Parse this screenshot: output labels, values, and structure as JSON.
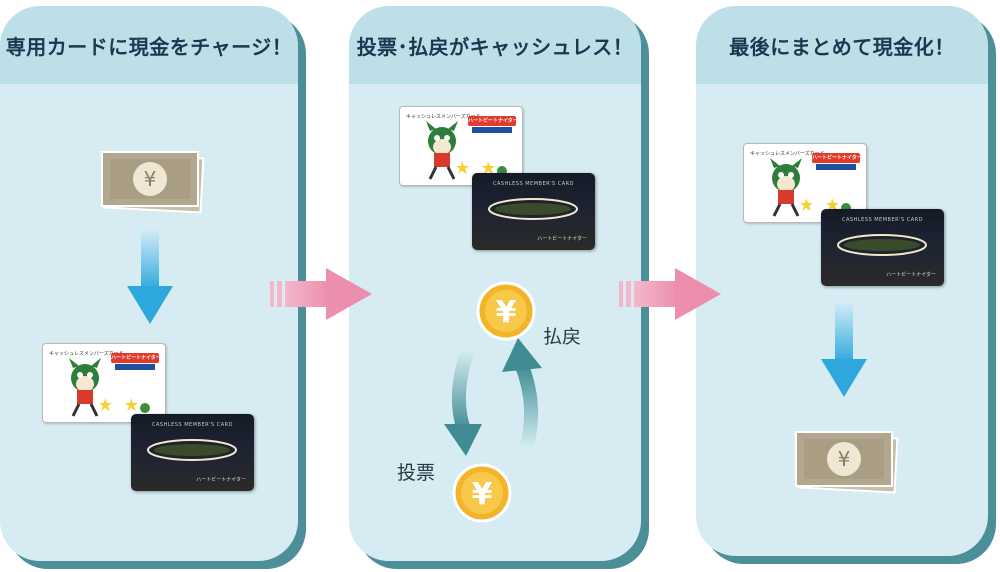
{
  "panels": [
    {
      "title": "専用カードに現金をチャージ！"
    },
    {
      "title": "投票･払戻がキャッシュレス！"
    },
    {
      "title": "最後にまとめて現金化！"
    }
  ],
  "card": {
    "member_title": "キャッシュレスメンバーズカード",
    "logo_text": "ハートビートナイター",
    "night_text": "CASHLESS MEMBER'S CARD",
    "night_logo": "ハートビートナイター"
  },
  "coin_symbol": "¥",
  "flow_labels": {
    "payout": "払戻",
    "vote": "投票"
  },
  "colors": {
    "panel_bg": "#d6ecf2",
    "header_bg": "#bcdfe8",
    "panel_shadow": "#4d8f98",
    "title_text": "#1b3850",
    "flow_arrow_blue": "#3eb3df",
    "step_arrow_pink": "#ef9cb6",
    "coin_gold": "#f2b52a",
    "banknote": "#b9ad96"
  }
}
